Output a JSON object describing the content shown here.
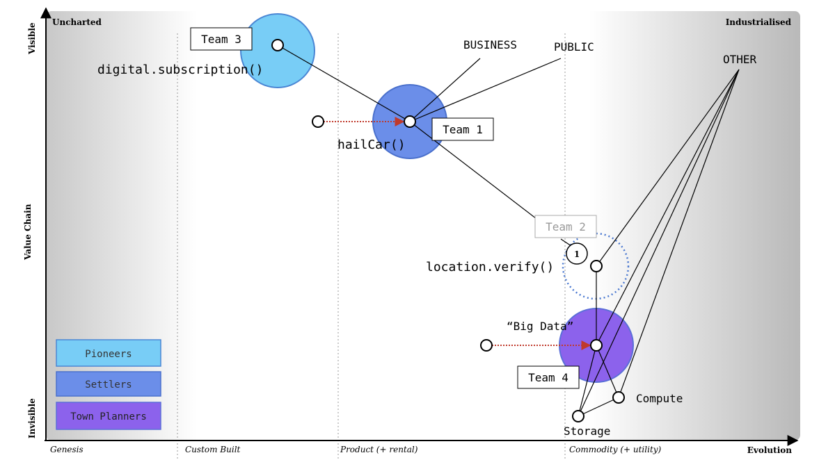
{
  "corners": {
    "top_left": "Uncharted",
    "top_right": "Industrialised"
  },
  "axes": {
    "y_label": "Value Chain",
    "y_top": "Visible",
    "y_bottom": "Invisible",
    "x_label": "Evolution",
    "stages": [
      "Genesis",
      "Custom Built",
      "Product (+ rental)",
      "Commodity (+ utility)"
    ]
  },
  "components": {
    "digital_subscription": "digital.subscription()",
    "hailcar": "hailCar()",
    "business": "BUSINESS",
    "public": "PUBLIC",
    "other": "OTHER",
    "location_verify": "location.verify()",
    "big_data": "“Big Data”",
    "compute": "Compute",
    "storage": "Storage"
  },
  "teams": {
    "team1": "Team 1",
    "team2": "Team 2",
    "team3": "Team 3",
    "team4": "Team 4"
  },
  "marker": "1",
  "legend": [
    "Pioneers",
    "Settlers",
    "Town Planners"
  ],
  "colors": {
    "pioneers": "#78cdf6",
    "settlers": "#6b8ee9",
    "town_planners": "#8c62ec",
    "movement_arrow": "#c0392b"
  }
}
